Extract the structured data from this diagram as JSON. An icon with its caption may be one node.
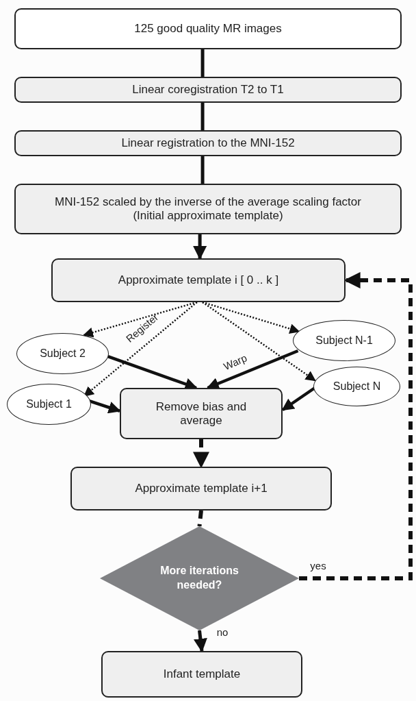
{
  "diagram": {
    "nodes": [
      {
        "text": [
          "125 good quality MR images"
        ]
      },
      {
        "text": [
          "Linear coregistration T2 to T1"
        ]
      },
      {
        "text": [
          "Linear registration to the MNI-152"
        ]
      },
      {
        "text": [
          "MNI-152 scaled by the inverse of the average scaling factor (Initial approximate template)"
        ]
      },
      {
        "text": [
          "Approximate template i [ 0 .. k ]"
        ]
      },
      {
        "text": [
          "Subject 2"
        ]
      },
      {
        "text": [
          "Subject N-1"
        ]
      },
      {
        "text": [
          "Subject 1"
        ]
      },
      {
        "text": [
          "Remove bias and average"
        ]
      },
      {
        "text": [
          "Subject N"
        ]
      },
      {
        "text": [
          "Approximate template i+1"
        ]
      },
      {
        "text": [
          "More iterations needed?"
        ]
      },
      {
        "text": [
          "Infant template"
        ]
      }
    ],
    "edges": [
      {
        "from": 0,
        "to": 1,
        "arrow": "none"
      },
      {
        "from": 1,
        "to": 2,
        "arrow": "none"
      },
      {
        "from": 2,
        "to": 3,
        "arrow": "none"
      },
      {
        "from": 3,
        "to": 4,
        "arrow": "to"
      },
      {
        "from": 4,
        "to": 5,
        "arrow": "to",
        "style": "dashed"
      },
      {
        "from": 4,
        "to": 7,
        "arrow": "to",
        "style": "dashed",
        "label": "Register"
      },
      {
        "from": 4,
        "to": 6,
        "arrow": "to",
        "style": "dashed"
      },
      {
        "from": 4,
        "to": 9,
        "arrow": "to",
        "style": "dashed"
      },
      {
        "from": 5,
        "to": 8,
        "arrow": "to"
      },
      {
        "from": 6,
        "to": 8,
        "arrow": "to",
        "label": "Warp"
      },
      {
        "from": 7,
        "to": 8,
        "arrow": "to"
      },
      {
        "from": 9,
        "to": 8,
        "arrow": "to"
      },
      {
        "from": 8,
        "to": 10,
        "arrow": "to",
        "style": "dashed"
      },
      {
        "from": 10,
        "to": 11,
        "arrow": "none",
        "style": "dashed"
      },
      {
        "from": 11,
        "to": 4,
        "arrow": "to",
        "style": "dashed",
        "label": "yes"
      },
      {
        "from": 11,
        "to": 12,
        "arrow": "to",
        "label": "no"
      }
    ]
  }
}
